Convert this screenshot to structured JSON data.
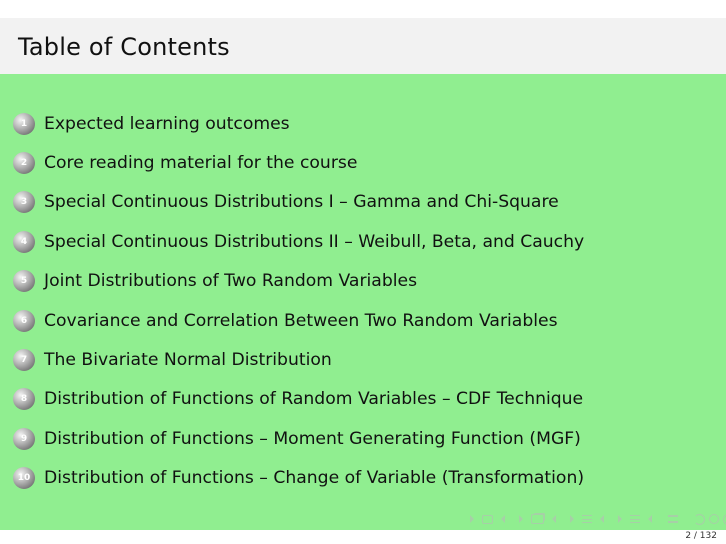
{
  "frame": {
    "title": "Table of Contents"
  },
  "toc": [
    {
      "num": "1",
      "label": "Expected learning outcomes"
    },
    {
      "num": "2",
      "label": "Core reading material for the course"
    },
    {
      "num": "3",
      "label": "Special Continuous Distributions I – Gamma and Chi-Square"
    },
    {
      "num": "4",
      "label": "Special Continuous Distributions II – Weibull, Beta, and Cauchy"
    },
    {
      "num": "5",
      "label": "Joint Distributions of Two Random Variables"
    },
    {
      "num": "6",
      "label": "Covariance and Correlation Between Two Random Variables"
    },
    {
      "num": "7",
      "label": "The Bivariate Normal Distribution"
    },
    {
      "num": "8",
      "label": "Distribution of Functions of Random Variables – CDF Technique"
    },
    {
      "num": "9",
      "label": "Distribution of Functions – Moment Generating Function (MGF)"
    },
    {
      "num": "10",
      "label": "Distribution of Functions – Change of Variable (Transformation)"
    }
  ],
  "footer": {
    "page": "2 / 132"
  },
  "colors": {
    "content_bg": "#90ee90",
    "title_bg": "#f2f2f2"
  },
  "nav_icons": [
    "nav-first-icon",
    "nav-prev-frame-icon",
    "nav-prev-subsection-icon",
    "nav-prev-section-icon",
    "nav-next-section-icon",
    "nav-next-subsection-icon",
    "nav-align-icon",
    "nav-search-icon"
  ]
}
